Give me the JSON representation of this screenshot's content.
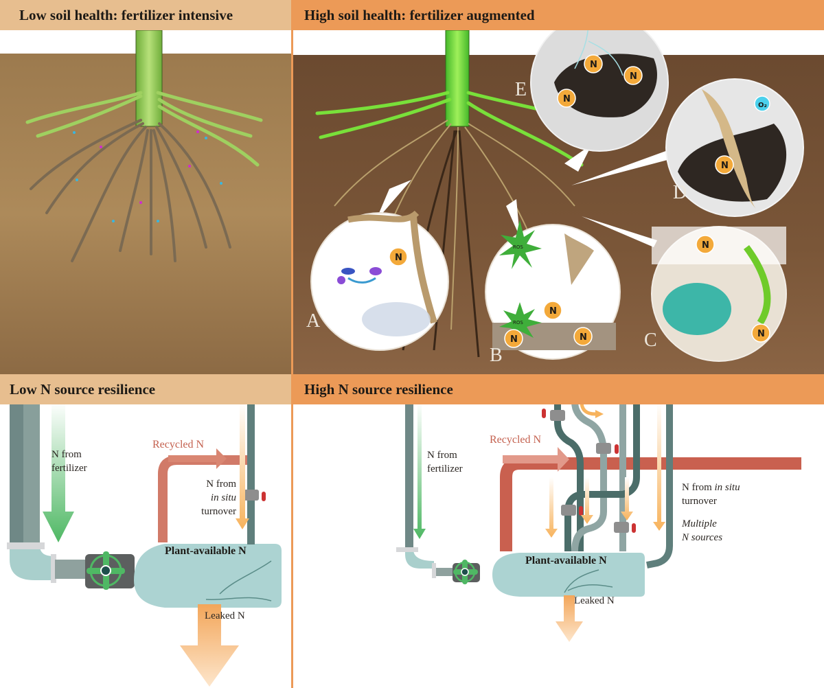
{
  "panels": {
    "top_left": {
      "title": "Low soil health: fertilizer intensive"
    },
    "top_right": {
      "title": "High soil health: fertilizer augmented",
      "insets": [
        {
          "letter": "A",
          "badges": [
            "N"
          ]
        },
        {
          "letter": "B",
          "badges": [
            "N",
            "N",
            "N"
          ],
          "labels": [
            "ROS",
            "ROS"
          ]
        },
        {
          "letter": "C",
          "badges": [
            "N",
            "N"
          ]
        },
        {
          "letter": "D",
          "badges": [
            "N"
          ],
          "labels": [
            "O₂"
          ]
        },
        {
          "letter": "E",
          "badges": [
            "N",
            "N",
            "N"
          ]
        }
      ]
    },
    "bottom_left": {
      "title": "Low N source resilience",
      "labels": {
        "fertilizer_line1": "N from",
        "fertilizer_line2": "fertilizer",
        "recycled": "Recycled N",
        "insitu_line1": "N from",
        "insitu_line2": "in situ",
        "insitu_line3": "turnover",
        "tank": "Plant-available N",
        "leaked": "Leaked N"
      }
    },
    "bottom_right": {
      "title": "High N source resilience",
      "labels": {
        "fertilizer_line1": "N from",
        "fertilizer_line2": "fertilizer",
        "recycled": "Recycled N",
        "insitu_line1_a": "N from ",
        "insitu_line1_b": "in situ",
        "insitu_line2": "turnover",
        "multiple_line1": "Multiple",
        "multiple_line2": "N sources",
        "tank": "Plant-available N",
        "leaked": "Leaked N"
      }
    }
  },
  "colors": {
    "header_low": "#e7be8f",
    "header_high": "#ec9a57",
    "soil_low": "#a98454",
    "soil_high": "#6e4a30",
    "stem_green": "#8fd85a",
    "pipe_teal": "#5f7f7c",
    "tank": "#acd3d2",
    "recycled_red": "#c9604f",
    "fertilizer_green": "#4fb864",
    "insitu_orange": "#f7b35d"
  }
}
